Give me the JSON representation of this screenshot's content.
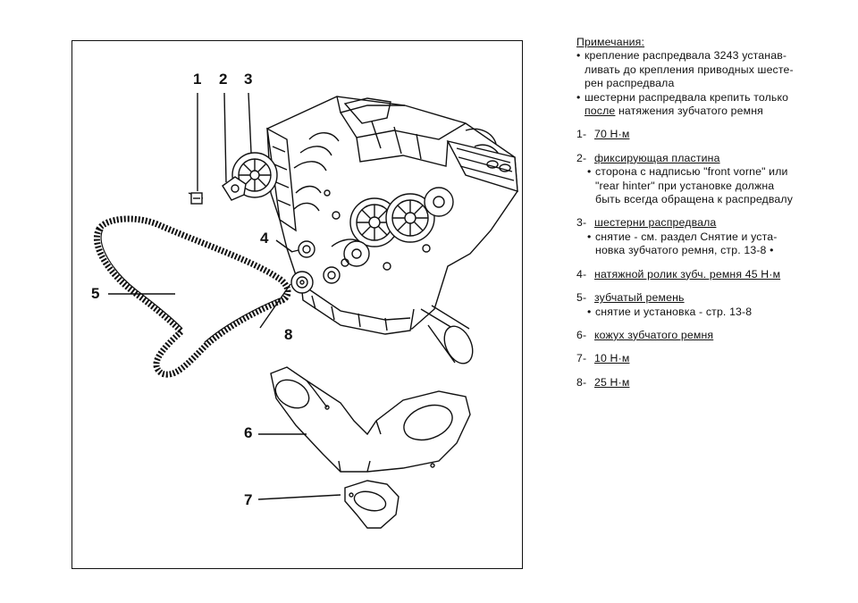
{
  "callouts": [
    "1",
    "2",
    "3",
    "4",
    "5",
    "6",
    "7",
    "8"
  ],
  "notes": {
    "header": "Примечания:",
    "bullets": [
      {
        "lines": [
          "крепление распредвала 3243 устанав-",
          "ливать до крепления приводных шесте-",
          "рен распредвала"
        ]
      },
      {
        "line1": "шестерни распредвала крепить только",
        "line2_underlined": "после",
        "line2_rest": " натяжения зубчатого ремня"
      }
    ]
  },
  "items": [
    {
      "num": "1-",
      "title": "70 Н·м",
      "subs": []
    },
    {
      "num": "2-",
      "title": "фиксирующая пластина",
      "subs": [
        [
          "сторона с надписью \"front vorne\" или",
          "\"rear hinter\" при установке должна",
          "быть всегда обращена к распредвалу"
        ]
      ]
    },
    {
      "num": "3-",
      "title": "шестерни распредвала",
      "subs": [
        [
          "снятие - см. раздел Снятие и уста-",
          "новка зубчатого ремня, стр. 13-8 •"
        ]
      ]
    },
    {
      "num": "4-",
      "title": "натяжной ролик зубч. ремня 45 Н·м",
      "subs": []
    },
    {
      "num": "5-",
      "title": "зубчатый ремень",
      "subs": [
        [
          "снятие и установка - стр. 13-8"
        ]
      ]
    },
    {
      "num": "6-",
      "title": "кожух зубчатого ремня",
      "subs": []
    },
    {
      "num": "7-",
      "title": "10 Н·м",
      "subs": []
    },
    {
      "num": "8-",
      "title": "25 Н·м",
      "subs": []
    }
  ]
}
